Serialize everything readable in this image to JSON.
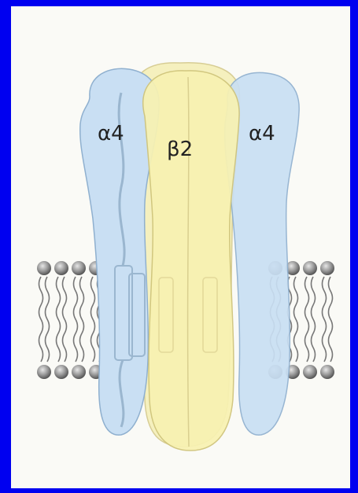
{
  "colors": {
    "frame": "#0000f0",
    "background": "#fafaf6",
    "alpha_fill": "#c9dff3",
    "alpha_stroke": "#8fb0cf",
    "beta_fill": "#f7f1b0",
    "beta_stroke": "#cfc47a",
    "lipid_head": "#8a8a8a"
  },
  "subunits": {
    "alpha_left": "α4",
    "beta_center": "β2",
    "alpha_right": "α4"
  }
}
